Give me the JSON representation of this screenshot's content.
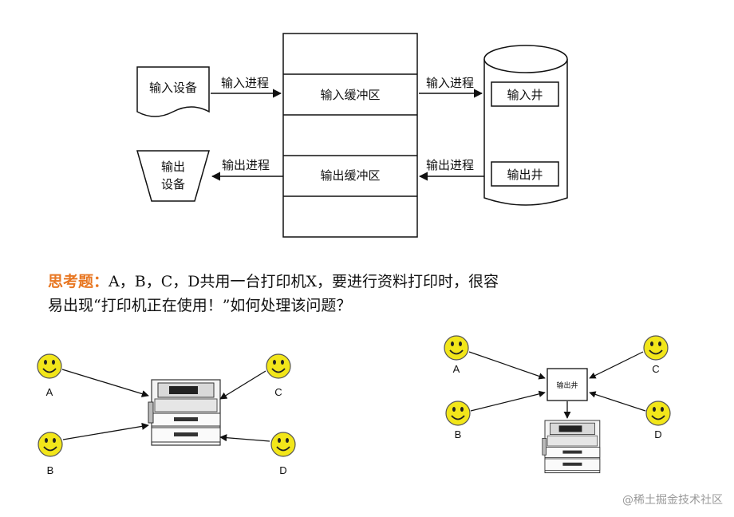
{
  "diagram": {
    "input_device": "输入设备",
    "input_process_left": "输入进程",
    "input_buffer": "输入缓冲区",
    "input_process_right": "输入进程",
    "input_well": "输入井",
    "output_device_line1": "输出",
    "output_device_line2": "设备",
    "output_process_left": "输出进程",
    "output_buffer": "输出缓冲区",
    "output_process_right": "输出进程",
    "output_well": "输出井"
  },
  "question": {
    "title": "思考题：",
    "line1": "A，B，C，D共用一台打印机X，要进行资料打印时，很容",
    "line2": "易出现“打印机正在使用！”如何处理该问题？"
  },
  "left_scene": {
    "users": [
      "A",
      "B",
      "C",
      "D"
    ]
  },
  "right_scene": {
    "users": [
      "A",
      "B",
      "C",
      "D"
    ],
    "spool_box": "输出井"
  },
  "watermark": "@稀土掘金技术社区"
}
